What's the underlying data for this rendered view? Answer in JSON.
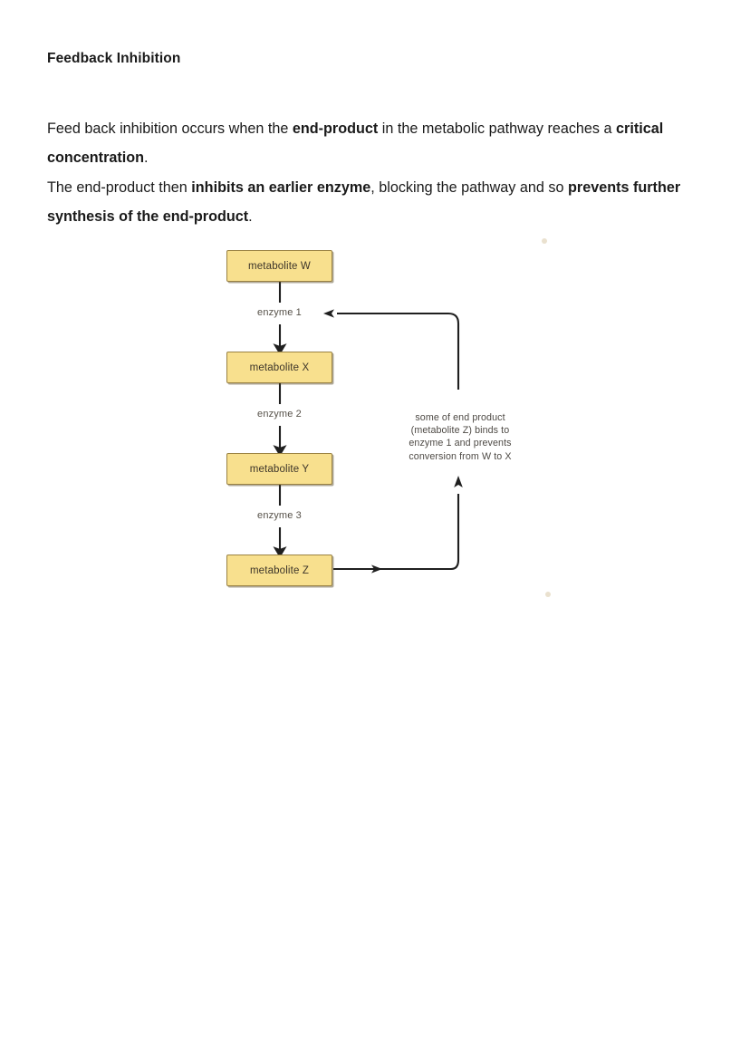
{
  "document": {
    "heading": "Feedback Inhibition",
    "paragraphs": [
      {
        "id": "para-1",
        "runs": [
          {
            "text": "Feed back inhibition occurs when the ",
            "bold": false
          },
          {
            "text": "end-product",
            "bold": true
          },
          {
            "text": " in the metabolic pathway reaches a ",
            "bold": false
          },
          {
            "text": "critical concentration",
            "bold": true
          },
          {
            "text": ".",
            "bold": false
          }
        ]
      },
      {
        "id": "para-2",
        "runs": [
          {
            "text": "The end-product then ",
            "bold": false
          },
          {
            "text": "inhibits an earlier enzyme",
            "bold": true
          },
          {
            "text": ", blocking the pathway and so ",
            "bold": false
          },
          {
            "text": "prevents further synthesis of the end-product",
            "bold": true
          },
          {
            "text": ".",
            "bold": false
          }
        ]
      }
    ]
  },
  "diagram": {
    "type": "flowchart",
    "title": "Feedback inhibition metabolic pathway",
    "colors": {
      "box_fill": "#f8e08e",
      "box_border": "#9a8243",
      "arrow": "#1f1f1f",
      "label_text": "#565149",
      "annotation_text": "#4e4a45"
    },
    "metabolites": [
      {
        "id": "w",
        "label": "metabolite W"
      },
      {
        "id": "x",
        "label": "metabolite X"
      },
      {
        "id": "y",
        "label": "metabolite Y"
      },
      {
        "id": "z",
        "label": "metabolite Z"
      }
    ],
    "enzymes": [
      {
        "id": "enzyme-1",
        "label": "enzyme 1",
        "converts": "metabolite W to metabolite X"
      },
      {
        "id": "enzyme-2",
        "label": "enzyme 2",
        "converts": "metabolite X to metabolite Y"
      },
      {
        "id": "enzyme-3",
        "label": "enzyme 3",
        "converts": "metabolite Y to metabolite Z"
      }
    ],
    "annotation": {
      "lines": [
        "some of end product",
        "(metabolite Z) binds to",
        "enzyme 1 and prevents",
        "conversion from W to X"
      ]
    },
    "feedback_loop": {
      "from": "metabolite Z",
      "to": "enzyme 1",
      "direction": "inhibition"
    }
  }
}
